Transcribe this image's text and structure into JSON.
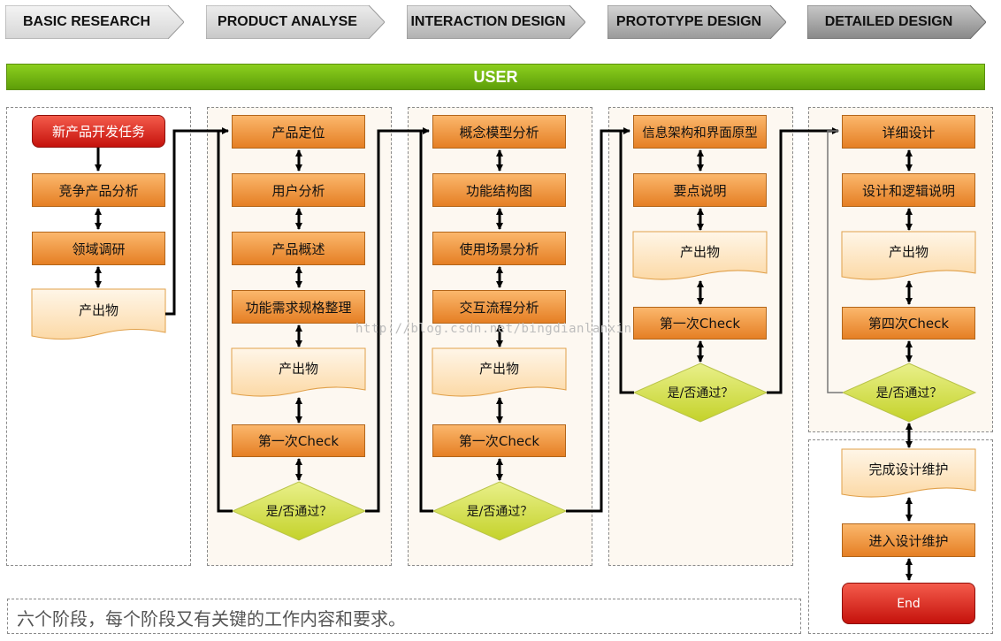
{
  "stages": [
    {
      "label": "BASIC RESEARCH",
      "color_top": "#f4f4f4",
      "color_bottom": "#dadada"
    },
    {
      "label": "PRODUCT ANALYSE",
      "color_top": "#ececec",
      "color_bottom": "#cbcbcb"
    },
    {
      "label": "INTERACTION DESIGN",
      "color_top": "#dedede",
      "color_bottom": "#b4b4b4"
    },
    {
      "label": "PROTOTYPE DESIGN",
      "color_top": "#cfcfcf",
      "color_bottom": "#9d9d9d"
    },
    {
      "label": "DETAILED DESIGN",
      "color_top": "#c2c2c2",
      "color_bottom": "#8c8c8c"
    }
  ],
  "user_bar": "USER",
  "basic_research": {
    "start": "新产品开发任务",
    "step1": "竞争产品分析",
    "step2": "领域调研",
    "output": "产出物"
  },
  "product_analyse": {
    "step1": "产品定位",
    "step2": "用户分析",
    "step3": "产品概述",
    "step4": "功能需求规格整理",
    "output": "产出物",
    "check": "第一次Check",
    "decision": "是/否通过？"
  },
  "interaction_design": {
    "step1": "概念模型分析",
    "step2": "功能结构图",
    "step3": "使用场景分析",
    "step4": "交互流程分析",
    "output": "产出物",
    "check": "第一次Check",
    "decision": "是/否通过？"
  },
  "prototype_design": {
    "step1": "信息架构和界面原型",
    "step2": "要点说明",
    "output": "产出物",
    "check": "第一次Check",
    "decision": "是/否通过？"
  },
  "detailed_design": {
    "step1": "详细设计",
    "step2": "设计和逻辑说明",
    "output": "产出物",
    "check": "第四次Check",
    "decision": "是/否通过？"
  },
  "maintenance": {
    "step1": "完成设计维护",
    "step2": "进入设计维护",
    "end": "End"
  },
  "watermark": "http://blog.csdn.net/bingdianlanxin",
  "note": "六个阶段，每个阶段又有关键的工作内容和要求。",
  "colors": {
    "process_fill": "#f0963f",
    "start_fill": "#d9231a",
    "decision_fill": "#cddc39",
    "document_fill": "#fde3bd",
    "user_bar": "#6fb212"
  }
}
